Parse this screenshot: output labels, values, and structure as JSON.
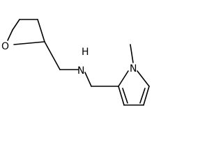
{
  "molecule": {
    "atoms": {
      "oxygen": "O",
      "amine_nitrogen": "N",
      "amine_hydrogen": "H",
      "pyrrole_nitrogen": "N"
    },
    "colors": {
      "bond": "#000000",
      "label": "#000000",
      "background": "#ffffff"
    }
  }
}
